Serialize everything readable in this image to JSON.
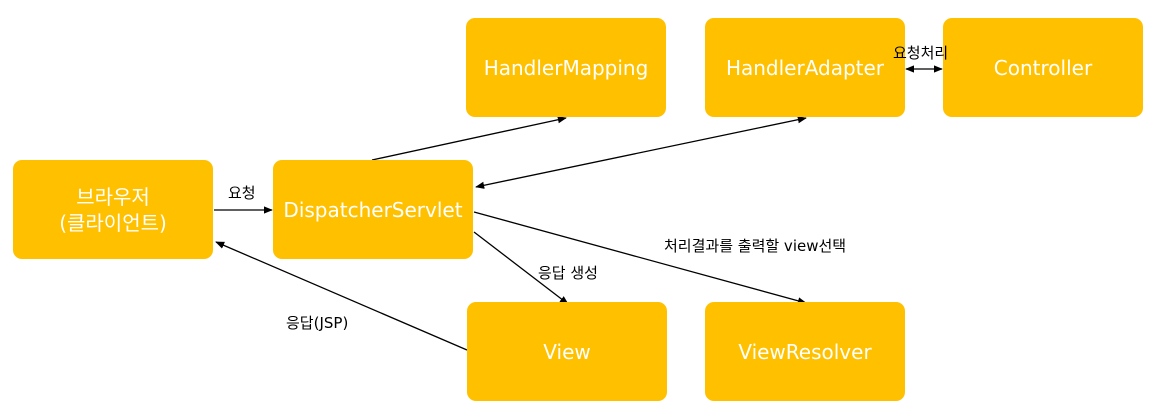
{
  "nodes": {
    "browser": "브라우저\n(클라이언트)",
    "dispatcher": "DispatcherServlet",
    "handler_mapping": "HandlerMapping",
    "handler_adapter": "HandlerAdapter",
    "controller": "Controller",
    "view": "View",
    "view_resolver": "ViewResolver"
  },
  "edge_labels": {
    "request": "요청",
    "process_request": "요청처리",
    "select_view": "처리결과를 출력할 view선택",
    "create_response": "응답 생성",
    "response_jsp": "응답(JSP)"
  },
  "colors": {
    "box_fill": "#ffc000",
    "box_text": "#ffffff",
    "arrow": "#000000"
  }
}
